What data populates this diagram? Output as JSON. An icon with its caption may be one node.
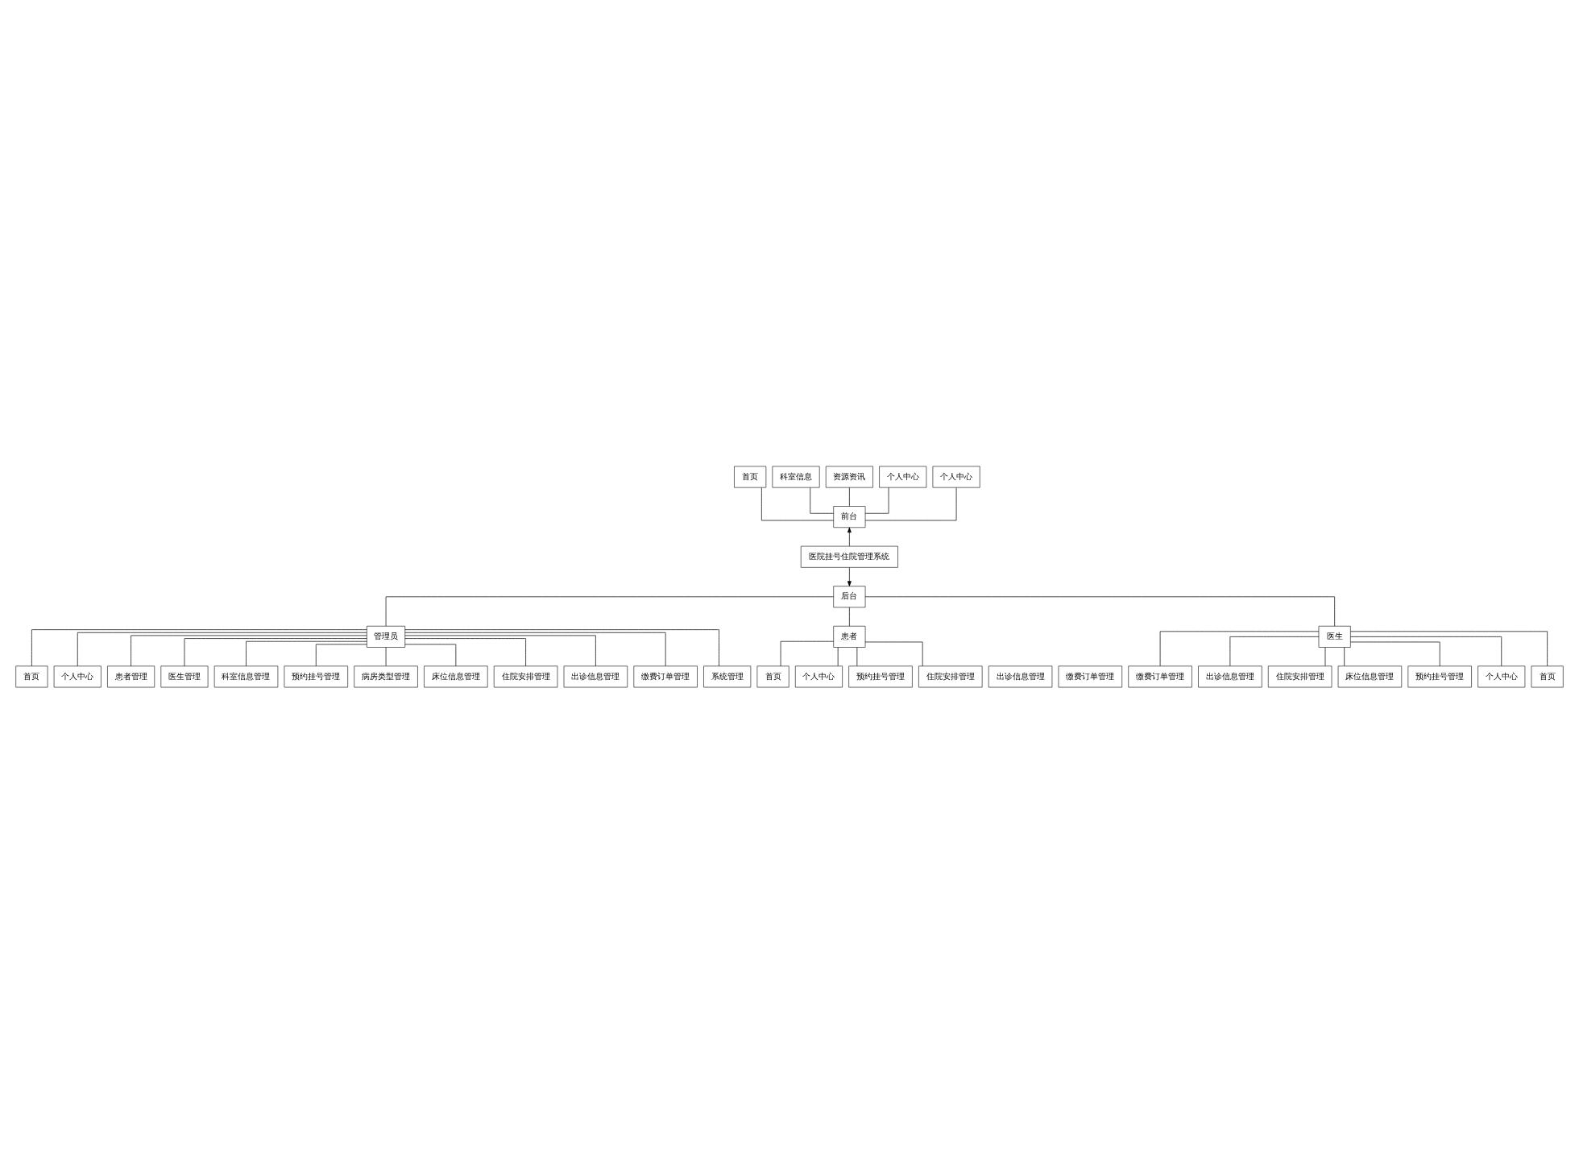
{
  "diagram": {
    "nodes": [
      {
        "text": [
          "首页"
        ]
      },
      {
        "text": [
          "科室信息"
        ]
      },
      {
        "text": [
          "资源资讯"
        ]
      },
      {
        "text": [
          "个人中心"
        ]
      },
      {
        "text": [
          "个人中心"
        ]
      },
      {
        "text": [
          "前台"
        ]
      },
      {
        "text": [
          "医院挂号住院管理系统"
        ]
      },
      {
        "text": [
          "后台"
        ]
      },
      {
        "text": [
          "管理员"
        ]
      },
      {
        "text": [
          "首页"
        ]
      },
      {
        "text": [
          "个人中心"
        ]
      },
      {
        "text": [
          "患者管理"
        ]
      },
      {
        "text": [
          "医生管理"
        ]
      },
      {
        "text": [
          "科室信息管理"
        ]
      },
      {
        "text": [
          "预约挂号管理"
        ]
      },
      {
        "text": [
          "病房类型管理"
        ]
      },
      {
        "text": [
          "床位信息管理"
        ]
      },
      {
        "text": [
          "住院安排管理"
        ]
      },
      {
        "text": [
          "出诊信息管理"
        ]
      },
      {
        "text": [
          "缴费订单管理"
        ]
      },
      {
        "text": [
          "系统管理"
        ]
      },
      {
        "text": [
          "患者"
        ]
      },
      {
        "text": [
          "医生"
        ]
      },
      {
        "text": [
          "首页"
        ]
      },
      {
        "text": [
          "个人中心"
        ]
      },
      {
        "text": [
          "预约挂号管理"
        ]
      },
      {
        "text": [
          "住院安排管理"
        ]
      },
      {
        "text": [
          "出诊信息管理"
        ]
      },
      {
        "text": [
          "缴费订单管理"
        ]
      },
      {
        "text": [
          "缴费订单管理"
        ]
      },
      {
        "text": [
          "出诊信息管理"
        ]
      },
      {
        "text": [
          "住院安排管理"
        ]
      },
      {
        "text": [
          "床位信息管理"
        ]
      },
      {
        "text": [
          "预约挂号管理"
        ]
      },
      {
        "text": [
          "个人中心"
        ]
      },
      {
        "text": [
          "首页"
        ]
      }
    ],
    "edges": [
      {
        "from": 5,
        "to": 0,
        "arrow": "none"
      },
      {
        "from": 5,
        "to": 1,
        "arrow": "none"
      },
      {
        "from": 5,
        "to": 2,
        "arrow": "none"
      },
      {
        "from": 5,
        "to": 3,
        "arrow": "none"
      },
      {
        "from": 5,
        "to": 4,
        "arrow": "none"
      },
      {
        "from": 6,
        "to": 5,
        "arrow": "to"
      },
      {
        "from": 6,
        "to": 7,
        "arrow": "to"
      },
      {
        "from": 7,
        "to": 8,
        "arrow": "none"
      },
      {
        "from": 7,
        "to": 21,
        "arrow": "none"
      },
      {
        "from": 7,
        "to": 22,
        "arrow": "none"
      },
      {
        "from": 8,
        "to": 9,
        "arrow": "none"
      },
      {
        "from": 8,
        "to": 10,
        "arrow": "none"
      },
      {
        "from": 8,
        "to": 11,
        "arrow": "none"
      },
      {
        "from": 8,
        "to": 12,
        "arrow": "none"
      },
      {
        "from": 8,
        "to": 13,
        "arrow": "none"
      },
      {
        "from": 8,
        "to": 14,
        "arrow": "none"
      },
      {
        "from": 8,
        "to": 15,
        "arrow": "none"
      },
      {
        "from": 8,
        "to": 16,
        "arrow": "none"
      },
      {
        "from": 8,
        "to": 17,
        "arrow": "none"
      },
      {
        "from": 8,
        "to": 18,
        "arrow": "none"
      },
      {
        "from": 8,
        "to": 19,
        "arrow": "none"
      },
      {
        "from": 8,
        "to": 20,
        "arrow": "none"
      },
      {
        "from": 21,
        "to": 23,
        "arrow": "none"
      },
      {
        "from": 21,
        "to": 24,
        "arrow": "none"
      },
      {
        "from": 21,
        "to": 25,
        "arrow": "none"
      },
      {
        "from": 21,
        "to": 26,
        "arrow": "none"
      },
      {
        "from": 22,
        "to": 29,
        "arrow": "none"
      },
      {
        "from": 22,
        "to": 30,
        "arrow": "none"
      },
      {
        "from": 22,
        "to": 31,
        "arrow": "none"
      },
      {
        "from": 22,
        "to": 32,
        "arrow": "none"
      },
      {
        "from": 22,
        "to": 33,
        "arrow": "none"
      },
      {
        "from": 22,
        "to": 34,
        "arrow": "none"
      },
      {
        "from": 22,
        "to": 35,
        "arrow": "none"
      }
    ]
  }
}
